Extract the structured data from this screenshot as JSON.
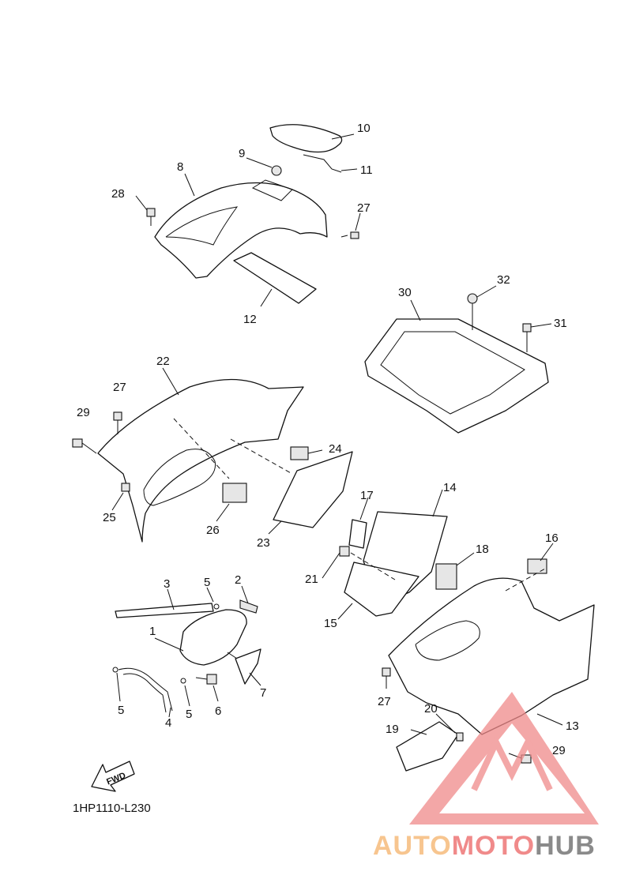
{
  "diagram_code": "1HP1110-L230",
  "fwd_label": "FWD",
  "callouts": [
    {
      "id": "c1",
      "text": "1"
    },
    {
      "id": "c2",
      "text": "2"
    },
    {
      "id": "c3",
      "text": "3"
    },
    {
      "id": "c4",
      "text": "4"
    },
    {
      "id": "c5a",
      "text": "5"
    },
    {
      "id": "c5b",
      "text": "5"
    },
    {
      "id": "c5c",
      "text": "5"
    },
    {
      "id": "c6",
      "text": "6"
    },
    {
      "id": "c7",
      "text": "7"
    },
    {
      "id": "c8",
      "text": "8"
    },
    {
      "id": "c9",
      "text": "9"
    },
    {
      "id": "c10",
      "text": "10"
    },
    {
      "id": "c11",
      "text": "11"
    },
    {
      "id": "c12",
      "text": "12"
    },
    {
      "id": "c13",
      "text": "13"
    },
    {
      "id": "c14",
      "text": "14"
    },
    {
      "id": "c15",
      "text": "15"
    },
    {
      "id": "c16",
      "text": "16"
    },
    {
      "id": "c17",
      "text": "17"
    },
    {
      "id": "c18",
      "text": "18"
    },
    {
      "id": "c19",
      "text": "19"
    },
    {
      "id": "c20",
      "text": "20"
    },
    {
      "id": "c21",
      "text": "21"
    },
    {
      "id": "c22",
      "text": "22"
    },
    {
      "id": "c23",
      "text": "23"
    },
    {
      "id": "c24",
      "text": "24"
    },
    {
      "id": "c25",
      "text": "25"
    },
    {
      "id": "c26",
      "text": "26"
    },
    {
      "id": "c27a",
      "text": "27"
    },
    {
      "id": "c27b",
      "text": "27"
    },
    {
      "id": "c27c",
      "text": "27"
    },
    {
      "id": "c28",
      "text": "28"
    },
    {
      "id": "c29a",
      "text": "29"
    },
    {
      "id": "c29b",
      "text": "29"
    },
    {
      "id": "c30",
      "text": "30"
    },
    {
      "id": "c31",
      "text": "31"
    },
    {
      "id": "c32",
      "text": "32"
    }
  ],
  "watermark": {
    "part1": "AUTO",
    "part2": "MOTO",
    "part3": "HUB",
    "color1": "#f7c58f",
    "color2": "#f08a8a",
    "color3": "#8a8a8a",
    "logo_color": "#f08a8a"
  }
}
